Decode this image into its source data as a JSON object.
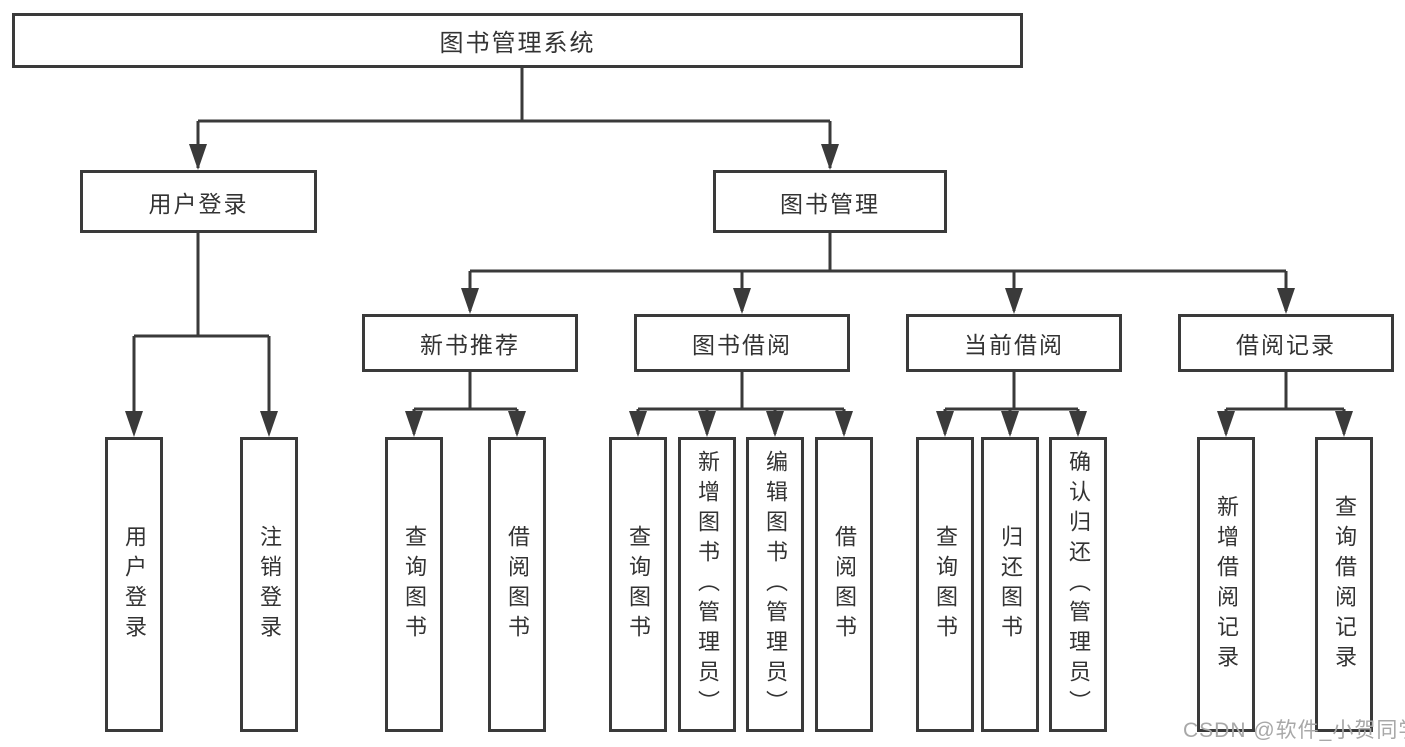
{
  "colors": {
    "line": "#3a3a3a",
    "text": "#333333",
    "background": "#ffffff",
    "watermark": "#a8a8a8"
  },
  "diagram": {
    "root": {
      "label": "图书管理系统"
    },
    "level2": [
      {
        "label": "用户登录"
      },
      {
        "label": "图书管理"
      }
    ],
    "level3": [
      {
        "label": "新书推荐"
      },
      {
        "label": "图书借阅"
      },
      {
        "label": "当前借阅"
      },
      {
        "label": "借阅记录"
      }
    ],
    "leaves": [
      {
        "label": "用户登录"
      },
      {
        "label": "注销登录"
      },
      {
        "label": "查询图书"
      },
      {
        "label": "借阅图书"
      },
      {
        "label": "查询图书"
      },
      {
        "label": "新增图书（管理员）"
      },
      {
        "label": "编辑图书（管理员）"
      },
      {
        "label": "借阅图书"
      },
      {
        "label": "查询图书"
      },
      {
        "label": "归还图书"
      },
      {
        "label": "确认归还（管理员）"
      },
      {
        "label": "新增借阅记录"
      },
      {
        "label": "查询借阅记录"
      }
    ]
  },
  "watermark": {
    "text": "CSDN @软件_小贺同学"
  }
}
